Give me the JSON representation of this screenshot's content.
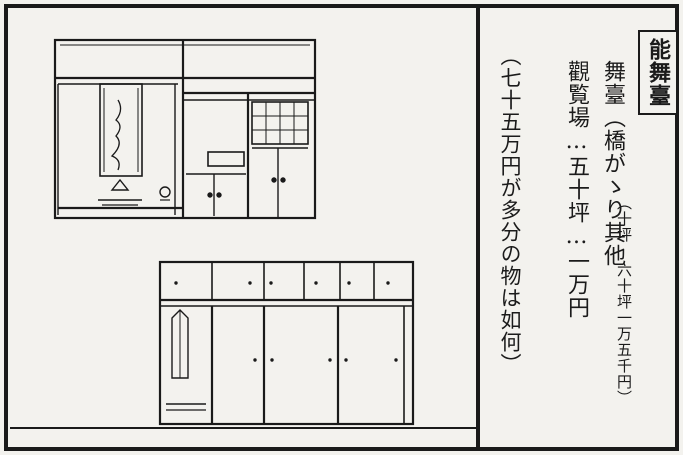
{
  "title": "能舞臺",
  "stage_line": "舞臺（橋がゝり其他",
  "stage_note": "（十坪 六十坪一万五千円）",
  "hall_line": "觀覧場…五十坪…一万円",
  "question": "（七十五万円が多分の物は如何）"
}
